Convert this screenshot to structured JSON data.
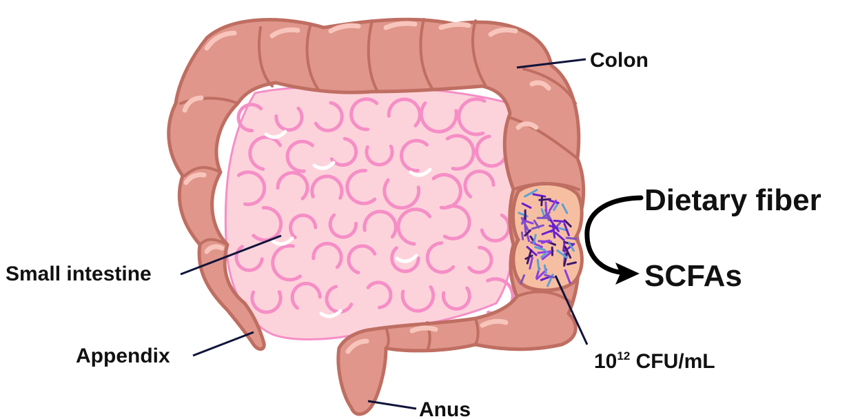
{
  "labels": {
    "colon": "Colon",
    "small_intestine": "Small intestine",
    "appendix": "Appendix",
    "anus": "Anus",
    "density_base": "10",
    "density_exponent": "12",
    "density_unit": " CFU/mL"
  },
  "process": {
    "input": "Dietary fiber",
    "output": "SCFAs"
  },
  "colors": {
    "colon_fill": "#e0968a",
    "colon_outline": "#bf6e62",
    "colon_highlight": "#f8c5bc",
    "small_intestine_fill": "#fdd3db",
    "small_intestine_loops": "#f58ec6",
    "pocket_fill": "#f7bfa1",
    "bacteria": [
      "#6a1fd0",
      "#8a3fe0",
      "#5aa0d6",
      "#3d1870",
      "#7b52c8"
    ],
    "leader_line": "#10143a",
    "text": "#111111"
  }
}
